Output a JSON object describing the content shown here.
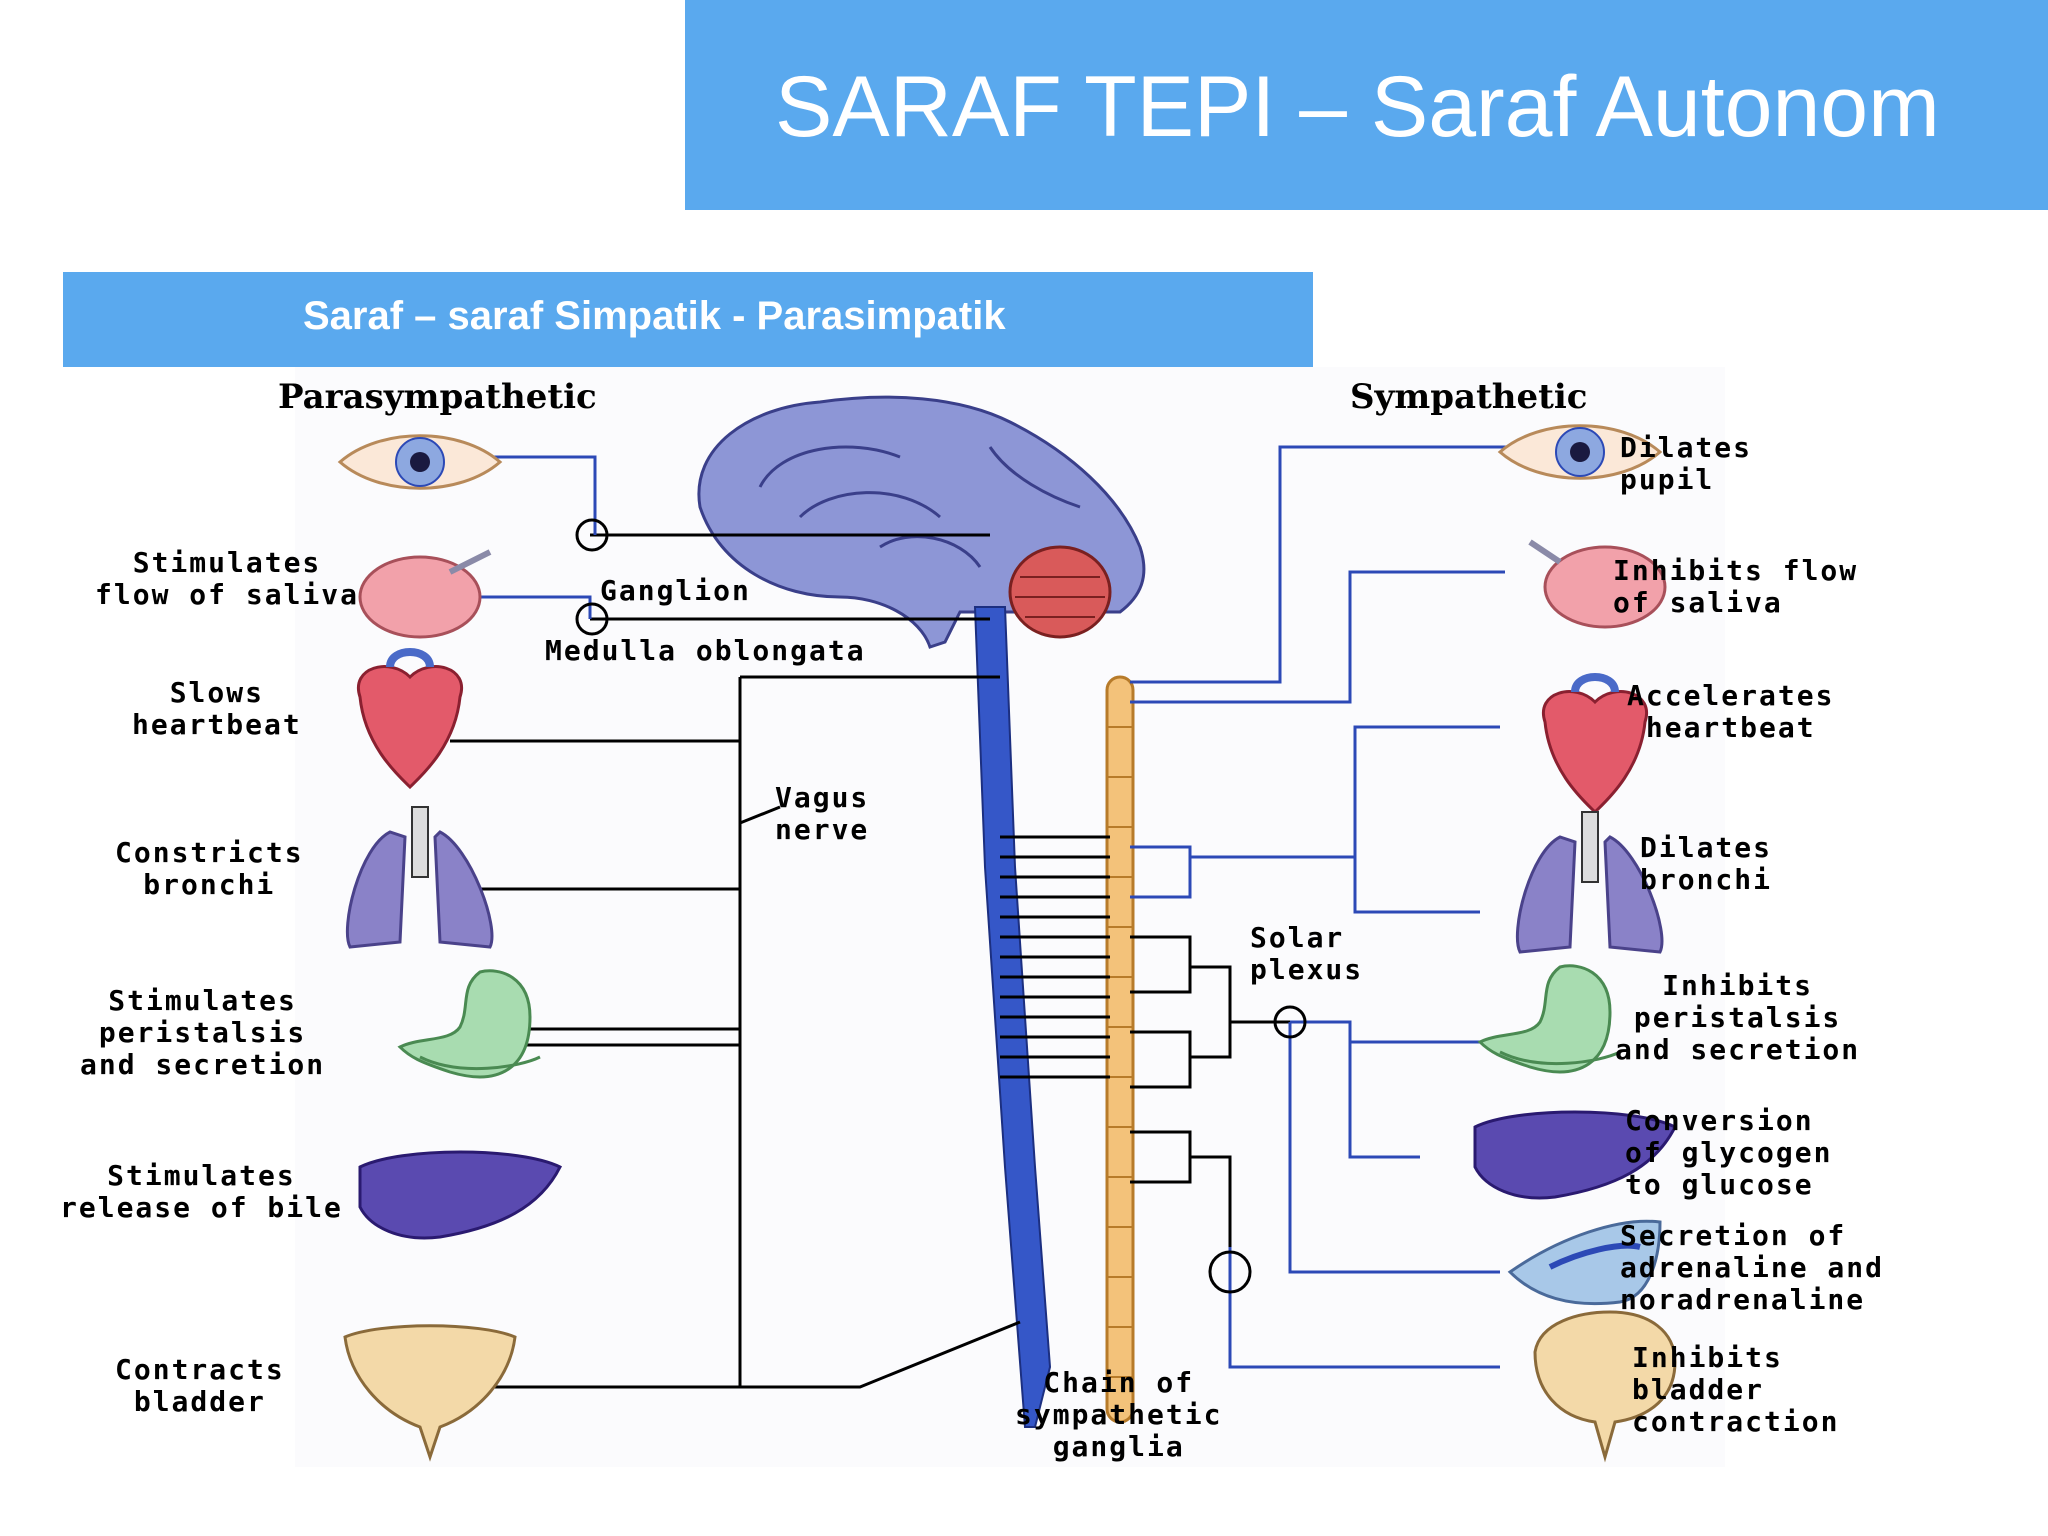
{
  "title": "SARAF TEPI – Saraf Autonom",
  "subtitle": "Saraf – saraf Simpatik - Parasimpatik",
  "colors": {
    "banner": "#5aa9ee",
    "nerve_blue": "#3557c8",
    "chain_orange": "#f3c27a",
    "organ_red": "#e35a6a",
    "organ_purple": "#8a82c8",
    "organ_green": "#a8dcb0"
  },
  "diagram": {
    "parasympathetic_heading": "Parasympathetic",
    "sympathetic_heading": "Sympathetic",
    "center": {
      "ganglion": "Ganglion",
      "medulla": "Medulla oblongata",
      "vagus": "Vagus\nnerve",
      "solar": "Solar\nplexus",
      "chain": "Chain of\nsympathetic\nganglia"
    },
    "left": [
      {
        "text": "Stimulates\nflow of saliva",
        "organ": "salivary-gland"
      },
      {
        "text": "Slows\nheartbeat",
        "organ": "heart"
      },
      {
        "text": "Constricts\nbronchi",
        "organ": "lungs"
      },
      {
        "text": "Stimulates\nperistalsis\nand secretion",
        "organ": "stomach"
      },
      {
        "text": "Stimulates\nrelease of bile",
        "organ": "liver"
      },
      {
        "text": "Contracts\nbladder",
        "organ": "bladder"
      }
    ],
    "right": [
      {
        "text": "Dilates\npupil",
        "organ": "eye"
      },
      {
        "text": "Inhibits flow\nof saliva",
        "organ": "salivary-gland"
      },
      {
        "text": "Accelerates\nheartbeat",
        "organ": "heart"
      },
      {
        "text": "Dilates\nbronchi",
        "organ": "lungs"
      },
      {
        "text": "Inhibits\nperistalsis\nand secretion",
        "organ": "stomach"
      },
      {
        "text": "Conversion\nof glycogen\nto glucose",
        "organ": "liver"
      },
      {
        "text": "Secretion of\nadrenaline and\nnoradrenaline",
        "organ": "adrenal-gland"
      },
      {
        "text": "Inhibits\nbladder\ncontraction",
        "organ": "bladder"
      }
    ]
  }
}
